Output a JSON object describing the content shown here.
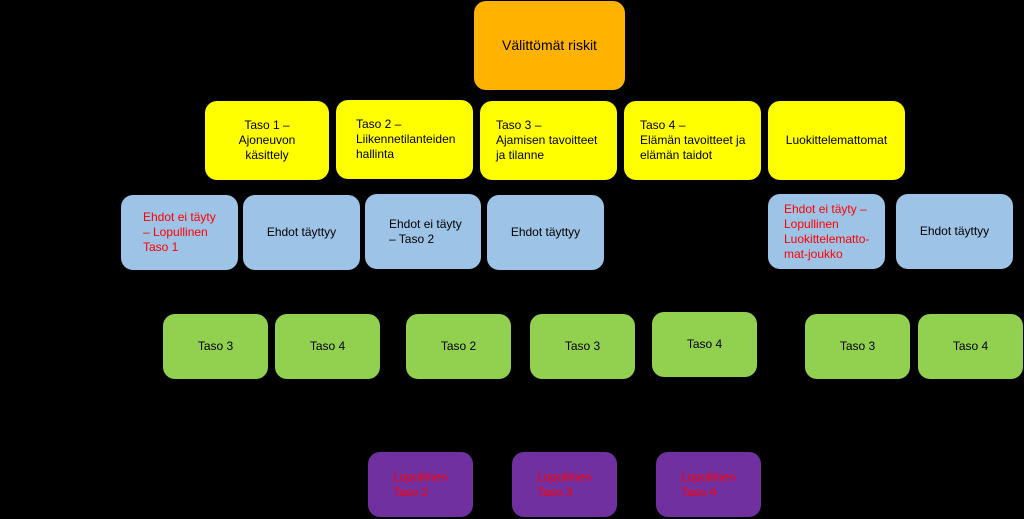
{
  "colors": {
    "background": "#000000",
    "root": "#FFB300",
    "level1": "#FFFF00",
    "condition": "#9DC3E6",
    "level2": "#92D050",
    "final": "#7030A0",
    "red_text": "#FF0000",
    "connector": "#000000"
  },
  "root": {
    "label": "Välittömät riskit"
  },
  "level1": [
    {
      "label": "Taso 1 –\nAjoneuvon\nkäsittely"
    },
    {
      "label": "Taso 2 –\nLiikennetilanteiden\nhallinta"
    },
    {
      "label": "Taso 3 –\nAjamisen tavoitteet\nja tilanne"
    },
    {
      "label": "Taso 4 –\nElämän tavoitteet ja\nelämän taidot"
    },
    {
      "label": "Luokittelemattomat"
    }
  ],
  "conditions": [
    {
      "label": "Ehdot ei täyty\n– Lopullinen\nTaso 1"
    },
    {
      "label": "Ehdot täyttyy"
    },
    {
      "label": "Ehdot ei täyty\n– Taso 2"
    },
    {
      "label": "Ehdot täyttyy"
    },
    {
      "label": "Ehdot ei täyty –\nLopullinen\nLuokittelematto-\nmat-joukko"
    },
    {
      "label": "Ehdot täyttyy"
    }
  ],
  "level2": [
    {
      "label": "Taso 3"
    },
    {
      "label": "Taso 4"
    },
    {
      "label": "Taso 2"
    },
    {
      "label": "Taso 3"
    },
    {
      "label": "Taso 4"
    },
    {
      "label": "Taso 3"
    },
    {
      "label": "Taso 4"
    }
  ],
  "finals": [
    {
      "label": "Lopullinen\nTaso 2"
    },
    {
      "label": "Lopullinen\nTaso 3"
    },
    {
      "label": "Lopullinen\nTaso 4"
    }
  ]
}
